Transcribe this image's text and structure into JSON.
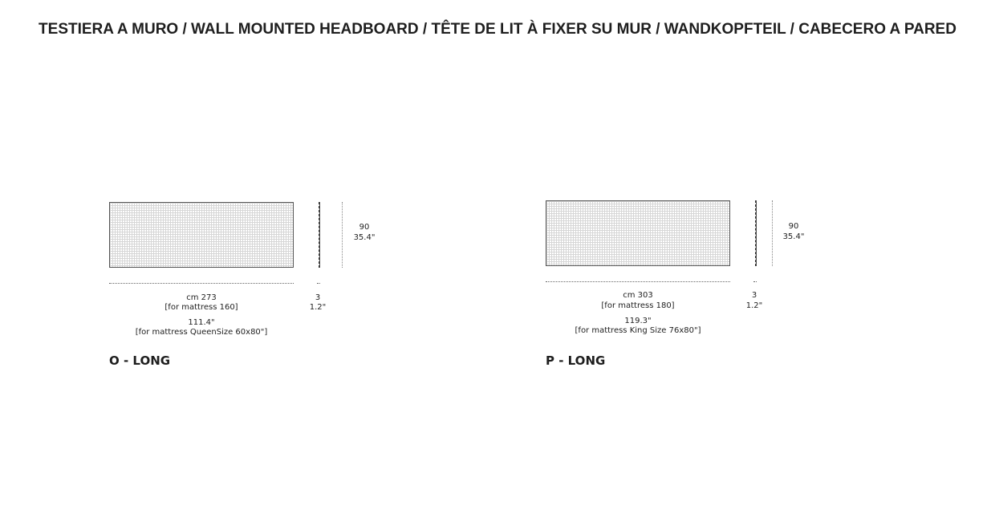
{
  "title": "TESTIERA A MURO / WALL MOUNTED HEADBOARD / TÊTE DE LIT À FIXER SU MUR / WANDKOPFTEIL / CABECERO A PARED",
  "models": [
    {
      "label": "O - LONG",
      "width_cm": "cm 273",
      "width_cm_note": "[for mattress 160]",
      "width_in": "111.4\"",
      "width_in_note": "[for mattress QueenSize 60x80\"]",
      "depth_cm": "3",
      "depth_in": "1.2\"",
      "height_cm": "90",
      "height_in": "35.4\""
    },
    {
      "label": "P - LONG",
      "width_cm": "cm 303",
      "width_cm_note": "[for mattress 180]",
      "width_in": "119.3\"",
      "width_in_note": "[for mattress King Size 76x80\"]",
      "depth_cm": "3",
      "depth_in": "1.2\"",
      "height_cm": "90",
      "height_in": "35.4\""
    }
  ]
}
